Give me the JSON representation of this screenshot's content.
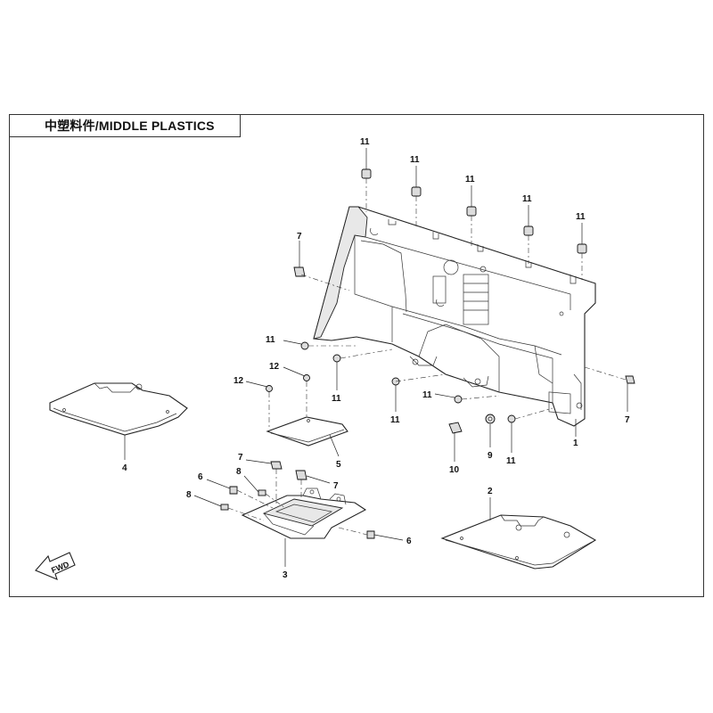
{
  "title": "中塑料件/MIDDLE PLASTICS",
  "fwd_label": "FWD",
  "callouts": {
    "c11a": "11",
    "c11b": "11",
    "c11c": "11",
    "c11d": "11",
    "c11e": "11",
    "c11f": "11",
    "c11g": "11",
    "c11h": "11",
    "c11i": "11",
    "c11j": "11",
    "c7a": "7",
    "c7b": "7",
    "c7c": "7",
    "c7d": "7",
    "c12a": "12",
    "c12b": "12",
    "c1": "1",
    "c2": "2",
    "c3": "3",
    "c4": "4",
    "c5": "5",
    "c6a": "6",
    "c6b": "6",
    "c8a": "8",
    "c8b": "8",
    "c9": "9",
    "c10": "10"
  }
}
